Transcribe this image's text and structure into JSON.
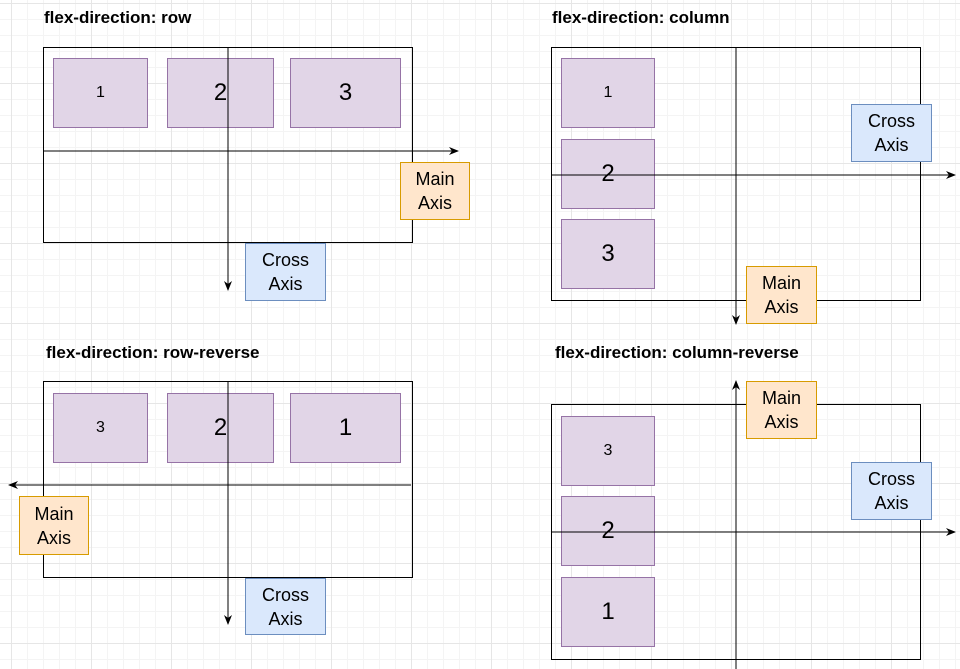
{
  "panels": [
    {
      "title": "flex-direction: row",
      "items": [
        "1",
        "2",
        "3"
      ],
      "main_axis": [
        "Main",
        "Axis"
      ],
      "cross_axis": [
        "Cross",
        "Axis"
      ]
    },
    {
      "title": "flex-direction: column",
      "items": [
        "1",
        "2",
        "3"
      ],
      "main_axis": [
        "Main",
        "Axis"
      ],
      "cross_axis": [
        "Cross",
        "Axis"
      ]
    },
    {
      "title": "flex-direction: row-reverse",
      "items": [
        "3",
        "2",
        "1"
      ],
      "main_axis": [
        "Main",
        "Axis"
      ],
      "cross_axis": [
        "Cross",
        "Axis"
      ]
    },
    {
      "title": "flex-direction: column-reverse",
      "items": [
        "3",
        "2",
        "1"
      ],
      "main_axis": [
        "Main",
        "Axis"
      ],
      "cross_axis": [
        "Cross",
        "Axis"
      ]
    }
  ],
  "colors": {
    "item_fill": "#e1d5e7",
    "item_border": "#9673a6",
    "main_axis_fill": "#ffe6cc",
    "main_axis_border": "#d79b00",
    "cross_axis_fill": "#dae8fc",
    "cross_axis_border": "#6c8ebf"
  }
}
